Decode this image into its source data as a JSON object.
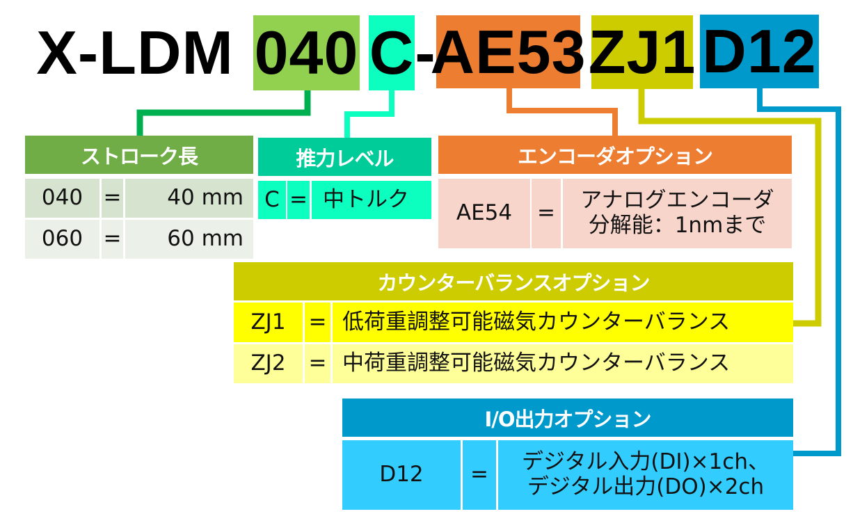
{
  "model": {
    "prefix": "X-LDM",
    "stroke_code": "040",
    "thrust_code": "C",
    "dash": "-",
    "encoder_code": "AE53",
    "counterbalance_code": "ZJ1",
    "io_code": "D12"
  },
  "stroke_table": {
    "header": "ストローク長",
    "rows": [
      {
        "code": "040",
        "eq": "=",
        "value": "40 mm"
      },
      {
        "code": "060",
        "eq": "=",
        "value": "60 mm"
      }
    ]
  },
  "thrust_table": {
    "header": "推力レベル",
    "rows": [
      {
        "code": "C",
        "eq": "=",
        "value": "中トルク"
      }
    ]
  },
  "encoder_table": {
    "header": "エンコーダオプション",
    "rows": [
      {
        "code": "AE54",
        "eq": "=",
        "value_line1": "アナログエンコーダ",
        "value_line2": "分解能：1nmまで"
      }
    ]
  },
  "counterbalance_table": {
    "header": "カウンターバランスオプション",
    "rows": [
      {
        "code": "ZJ1",
        "eq": "=",
        "value": "低荷重調整可能磁気カウンターバランス"
      },
      {
        "code": "ZJ2",
        "eq": "=",
        "value": "中荷重調整可能磁気カウンターバランス"
      }
    ]
  },
  "io_table": {
    "header": "I/O出力オプション",
    "rows": [
      {
        "code": "D12",
        "eq": "=",
        "value_line1": "デジタル入力(DI)×1ch、",
        "value_line2": "デジタル出力(DO)×2ch"
      }
    ]
  },
  "colors": {
    "stroke": "#92d050",
    "stroke_header": "#70ad47",
    "stroke_line": "#00b050",
    "thrust": "#0dffc0",
    "thrust_header": "#00cc99",
    "encoder": "#ed7d31",
    "encoder_row": "#f8d5cb",
    "counterbalance": "#cccc00",
    "counterbalance_row1": "#ffff00",
    "counterbalance_row2": "#ffff99",
    "io": "#0099cc",
    "io_row": "#33ccff"
  }
}
